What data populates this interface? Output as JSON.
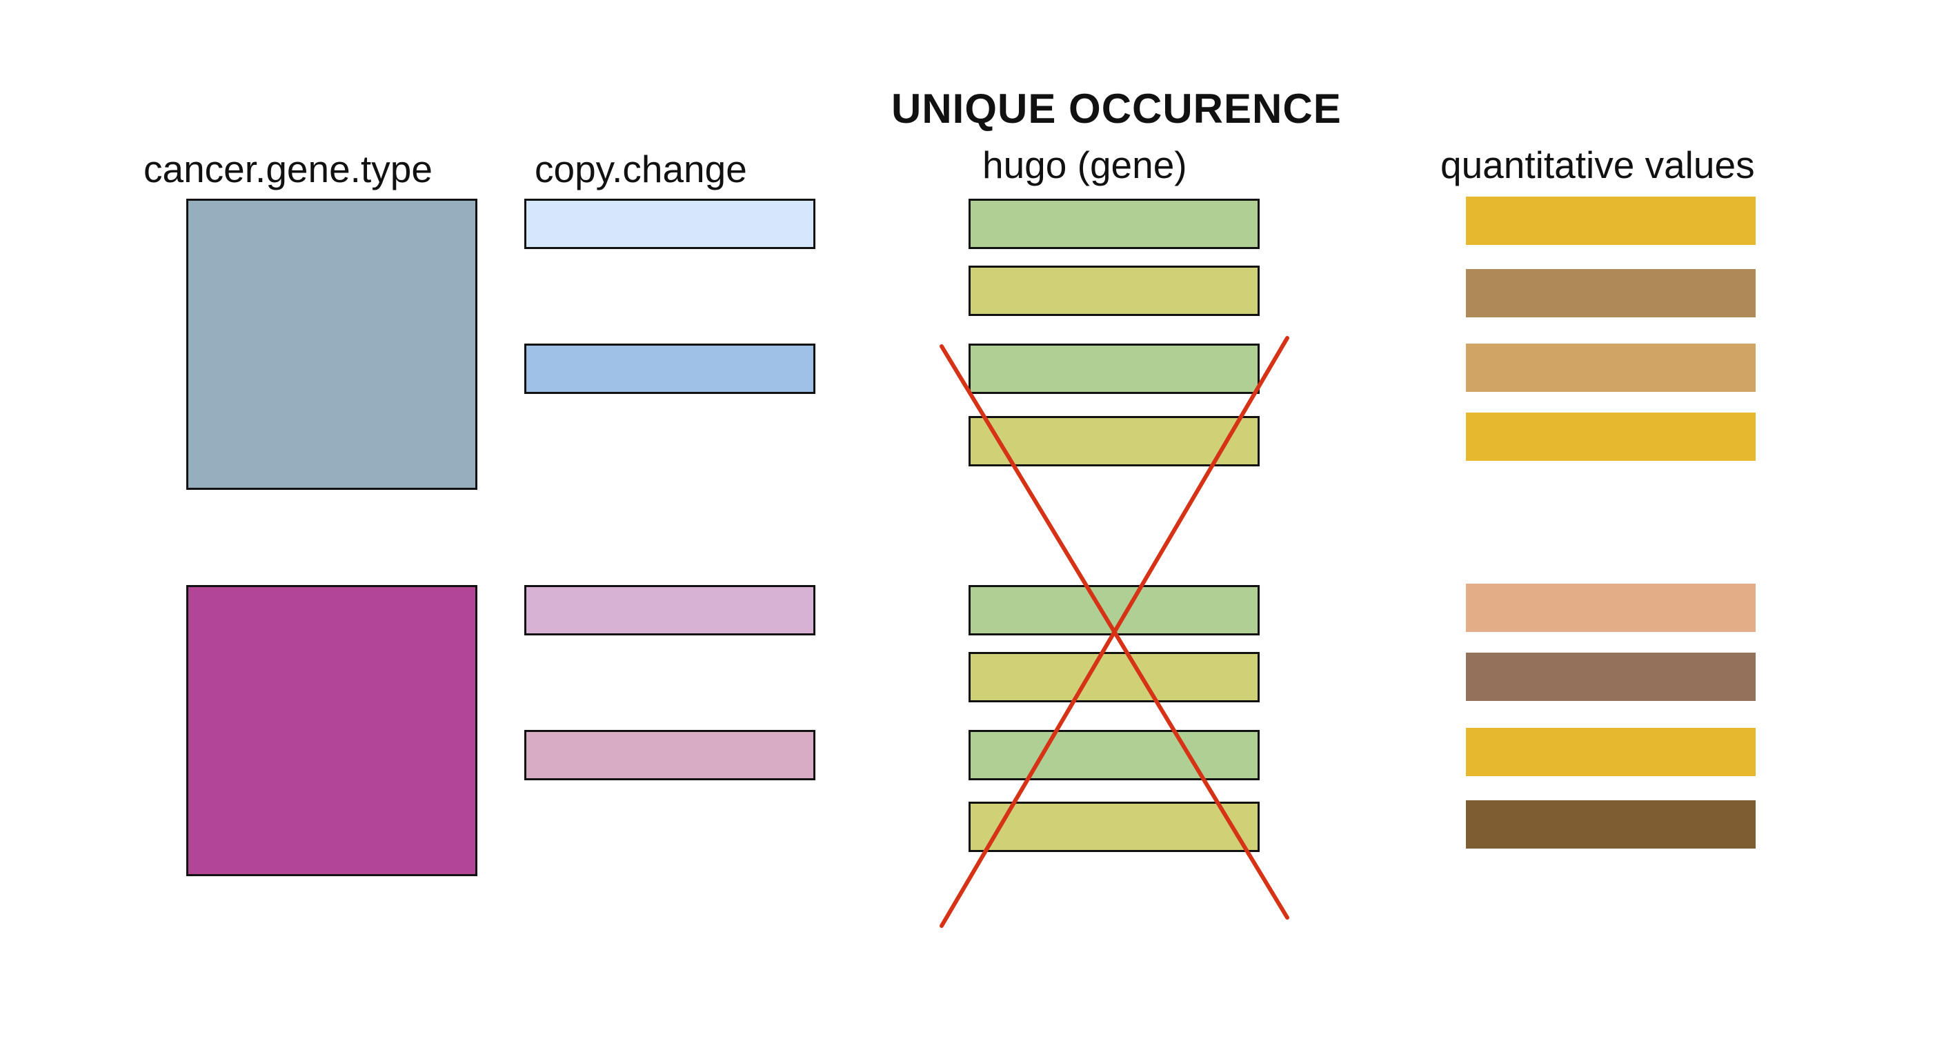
{
  "title": "UNIQUE OCCURENCE",
  "columns": {
    "cancer_gene_type": {
      "label": "cancer.gene.type"
    },
    "copy_change": {
      "label": "copy.change"
    },
    "hugo": {
      "label": "hugo (gene)"
    },
    "quantitative": {
      "label": "quantitative values"
    }
  },
  "colors": {
    "cancer_gene_type": [
      "#96afbe",
      "#b34597"
    ],
    "copy_change": [
      "#d6e7fb",
      "#9fc1e7",
      "#d8b2d5",
      "#d8adc3"
    ],
    "hugo": [
      "#afcf94",
      "#d0d077",
      "#afcf94",
      "#d0d077",
      "#afcf94",
      "#d0d077",
      "#afcf94",
      "#d0d077"
    ],
    "quantitative": [
      "#e5b82d",
      "#af8956",
      "#cfa465",
      "#e5b82d",
      "#e3ae87",
      "#94715a",
      "#e5b82d",
      "#7d5d31"
    ],
    "cross": "#d63316",
    "border": "#111111"
  }
}
